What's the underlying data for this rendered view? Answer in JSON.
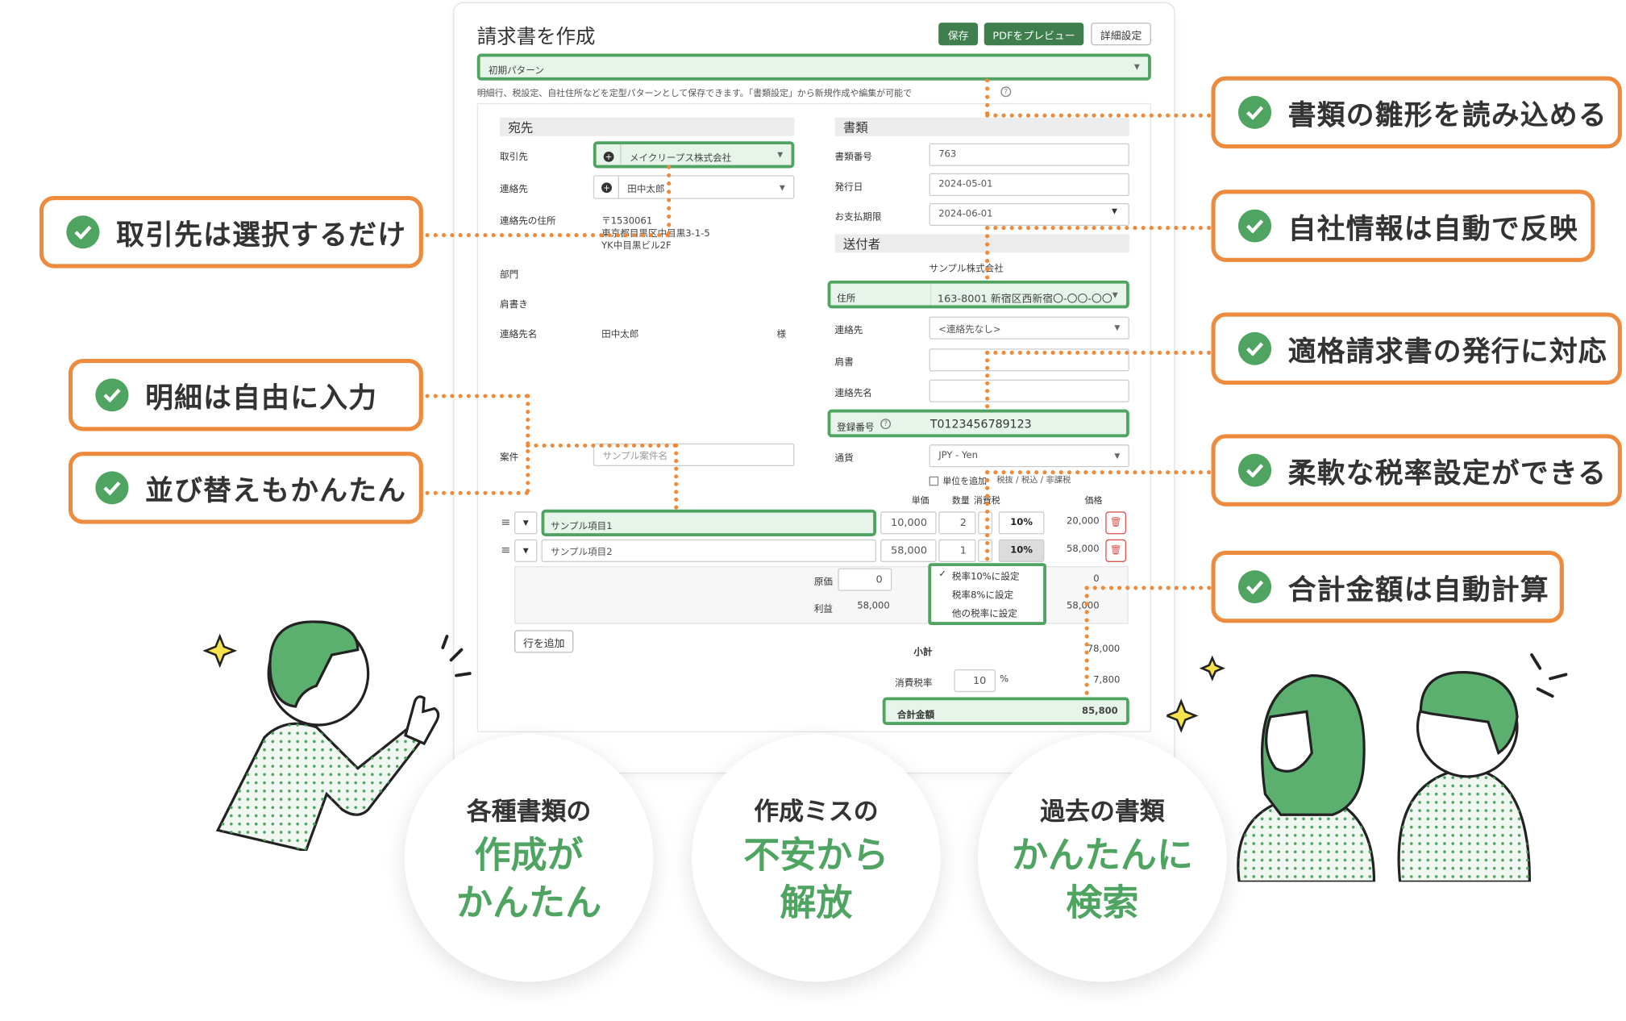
{
  "form": {
    "title": "請求書を作成",
    "save_label": "保存",
    "preview_label": "PDFをプレビュー",
    "settings_label": "詳細設定",
    "pattern_value": "初期パターン",
    "pattern_help": "明細行、税設定、自社住所などを定型パターンとして保存できます。「書類設定」から新規作成や編集が可能で",
    "recipient": {
      "header": "宛先",
      "client_label": "取引先",
      "client_value": "メイクリープス株式会社",
      "contact_label": "連絡先",
      "contact_value": "田中太郎",
      "address_label": "連絡先の住所",
      "address_line1": "〒1530061",
      "address_line2": "東京都目黒区中目黒3-1-5",
      "address_line3": "YK中目黒ビル2F",
      "department_label": "部門",
      "title_label": "肩書き",
      "contact_name_label": "連絡先名",
      "contact_name_value": "田中太郎",
      "honorific": "様",
      "subject_label": "案件",
      "subject_value": "サンプル案件名"
    },
    "document": {
      "header": "書類",
      "number_label": "書類番号",
      "number_value": "763",
      "issue_date_label": "発行日",
      "issue_date_value": "2024-05-01",
      "due_date_label": "お支払期限",
      "due_date_value": "2024-06-01"
    },
    "sender": {
      "header": "送付者",
      "company_value": "サンプル株式会社",
      "address_label": "住所",
      "address_value": "163-8001 新宿区西新宿〇-〇〇-〇〇",
      "contact_label": "連絡先",
      "contact_value": "<連絡先なし>",
      "title_label": "肩書",
      "contact_name_label": "連絡先名",
      "reg_label": "登録番号",
      "reg_value": "T0123456789123",
      "currency_label": "通貨",
      "currency_value": "JPY - Yen",
      "unit_checkbox_label": "単位を追加",
      "tax_option_label": "税抜 / 税込 / 非課税"
    },
    "columns": {
      "unit_price": "単価",
      "qty": "数量",
      "tax": "消費税",
      "price": "価格"
    },
    "items": [
      {
        "name": "サンプル項目1",
        "unit_price": "10,000",
        "qty": "2",
        "tax": "10%",
        "price": "20,000"
      },
      {
        "name": "サンプル項目2",
        "unit_price": "58,000",
        "qty": "1",
        "tax": "10%",
        "price": "58,000"
      }
    ],
    "detail": {
      "cost_label": "原価",
      "cost_value": "0",
      "profit_label": "利益",
      "profit_value": "58,000",
      "right_value1": "0",
      "right_value2": "58,000"
    },
    "tax_menu": [
      "税率10%に設定",
      "税率8%に設定",
      "他の税率に設定"
    ],
    "add_row_label": "行を追加",
    "subtotal_label": "小計",
    "subtotal_value": "78,000",
    "tax_rate_label": "消費税率",
    "tax_rate_value": "10",
    "tax_rate_unit": "%",
    "tax_value": "7,800",
    "total_label": "合計金額",
    "total_value": "85,800"
  },
  "callouts": {
    "c1": "書類の雛形を読み込める",
    "c2": "自社情報は自動で反映",
    "c3": "適格請求書の発行に対応",
    "c4": "柔軟な税率設定ができる",
    "c5": "合計金額は自動計算",
    "c6": "取引先は選択するだけ",
    "c7": "明細は自由に入力",
    "c8": "並び替えもかんたん"
  },
  "circles": [
    {
      "top": "各種書類の",
      "bottom1": "作成が",
      "bottom2": "かんたん"
    },
    {
      "top": "作成ミスの",
      "bottom1": "不安から",
      "bottom2": "解放"
    },
    {
      "top": "過去の書類",
      "bottom1": "かんたんに",
      "bottom2": "検索"
    }
  ],
  "colors": {
    "green": "#4fa462",
    "dark_green": "#3f7f4d",
    "orange": "#ee8a3c"
  }
}
